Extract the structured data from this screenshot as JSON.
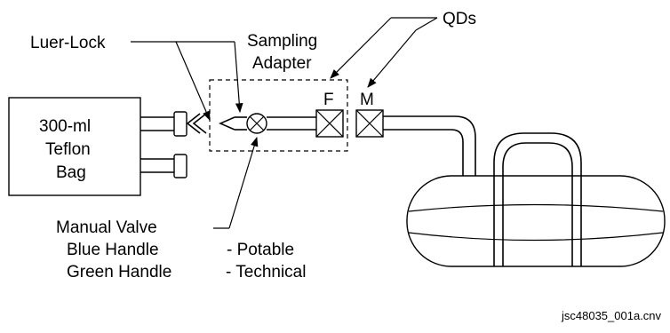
{
  "labels": {
    "bag_line1": "300-ml",
    "bag_line2": "Teflon",
    "bag_line3": "Bag",
    "luer_lock": "Luer-Lock",
    "sampling_line1": "Sampling",
    "sampling_line2": "Adapter",
    "qds": "QDs",
    "female": "F",
    "male": "M",
    "manual_valve": "Manual Valve",
    "blue_handle": "Blue Handle",
    "blue_use": "- Potable",
    "green_handle": "Green Handle",
    "green_use": "- Technical",
    "file_id": "jsc48035_001a.cnv"
  }
}
